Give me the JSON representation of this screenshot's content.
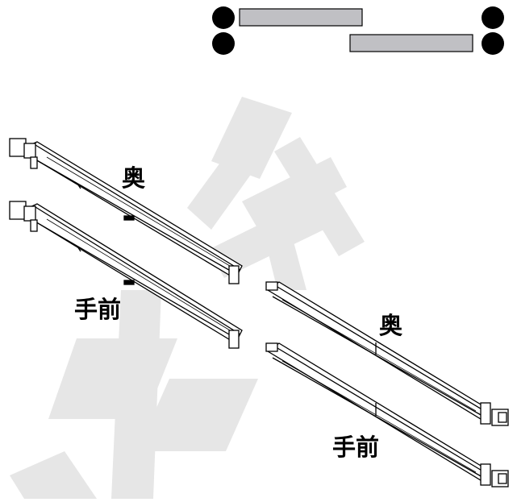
{
  "labels": {
    "back_left": "奥",
    "front_left": "手前",
    "back_right": "奥",
    "front_right": "手前"
  },
  "legend": {
    "bar_fill": "#c0c0c4",
    "marker_fill": "#000000"
  },
  "colors": {
    "rail_stroke": "#000000",
    "rail_fill": "#ffffff",
    "watermark": "#e6e6e6"
  }
}
